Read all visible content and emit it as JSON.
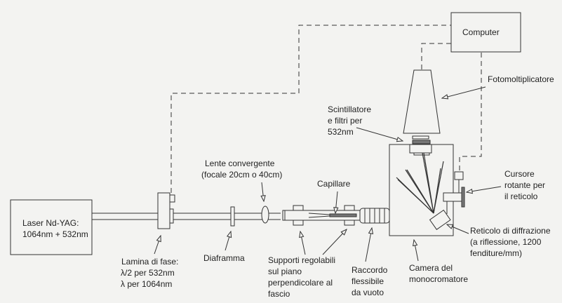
{
  "labels": {
    "computer": "Computer",
    "photomultiplier": "Fotomoltiplicatore",
    "scintillator": [
      "Scintillatore",
      "e filtri per",
      "532nm"
    ],
    "lens": [
      "Lente convergente",
      "(focale 20cm o 40cm)"
    ],
    "capillary": "Capillare",
    "cursor": [
      "Cursore",
      "rotante per",
      "il reticolo"
    ],
    "laser": [
      "Laser Nd-YAG:",
      "1064nm + 532nm"
    ],
    "waveplate": [
      "Lamina di fase:",
      "λ/2 per 532nm",
      "λ per 1064nm"
    ],
    "diaphragm": "Diaframma",
    "supports": [
      "Supporti regolabili",
      "sul piano",
      "perpendicolare al",
      "fascio"
    ],
    "bellows": [
      "Raccordo",
      "flessibile",
      "da vuoto"
    ],
    "chamber": [
      "Camera del",
      "monocromatore"
    ],
    "grating": [
      "Reticolo di diffrazione",
      "(a riflessione, 1200",
      "fenditure/mm)"
    ]
  }
}
